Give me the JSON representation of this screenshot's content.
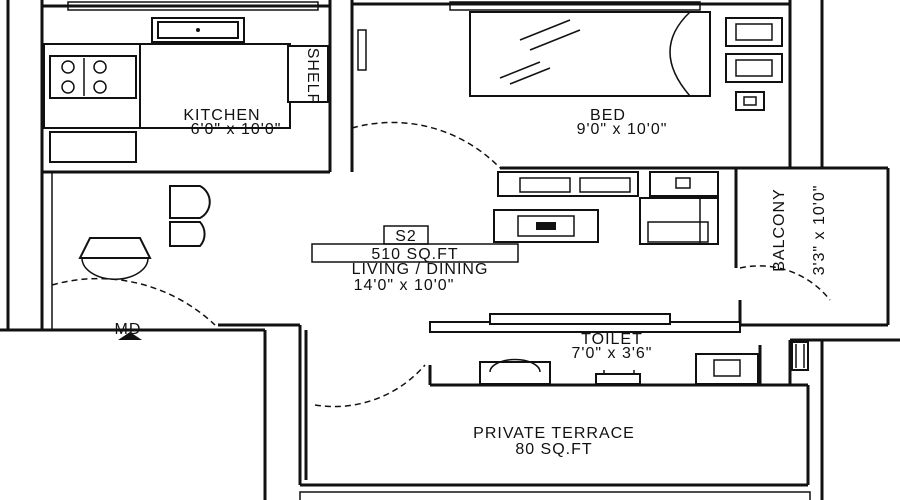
{
  "plan": {
    "rooms": {
      "kitchen": {
        "name": "KITCHEN",
        "size": "6'0\" x 10'0\""
      },
      "bed": {
        "name": "BED",
        "size": "9'0\" x 10'0\""
      },
      "living": {
        "name": "LIVING / DINING",
        "size": "14'0\" x 10'0\""
      },
      "balcony": {
        "name": "BALCONY",
        "size": "3'3\" x 10'0\""
      },
      "toilet": {
        "name": "TOILET",
        "size": "7'0\" x 3'6\""
      },
      "terrace": {
        "name": "PRIVATE TERRACE",
        "size": "80 SQ.FT"
      }
    },
    "unit_code": "S2",
    "unit_area": "510 SQ.FT",
    "shelf_label": "SHELF",
    "main_door_label": "MD"
  }
}
